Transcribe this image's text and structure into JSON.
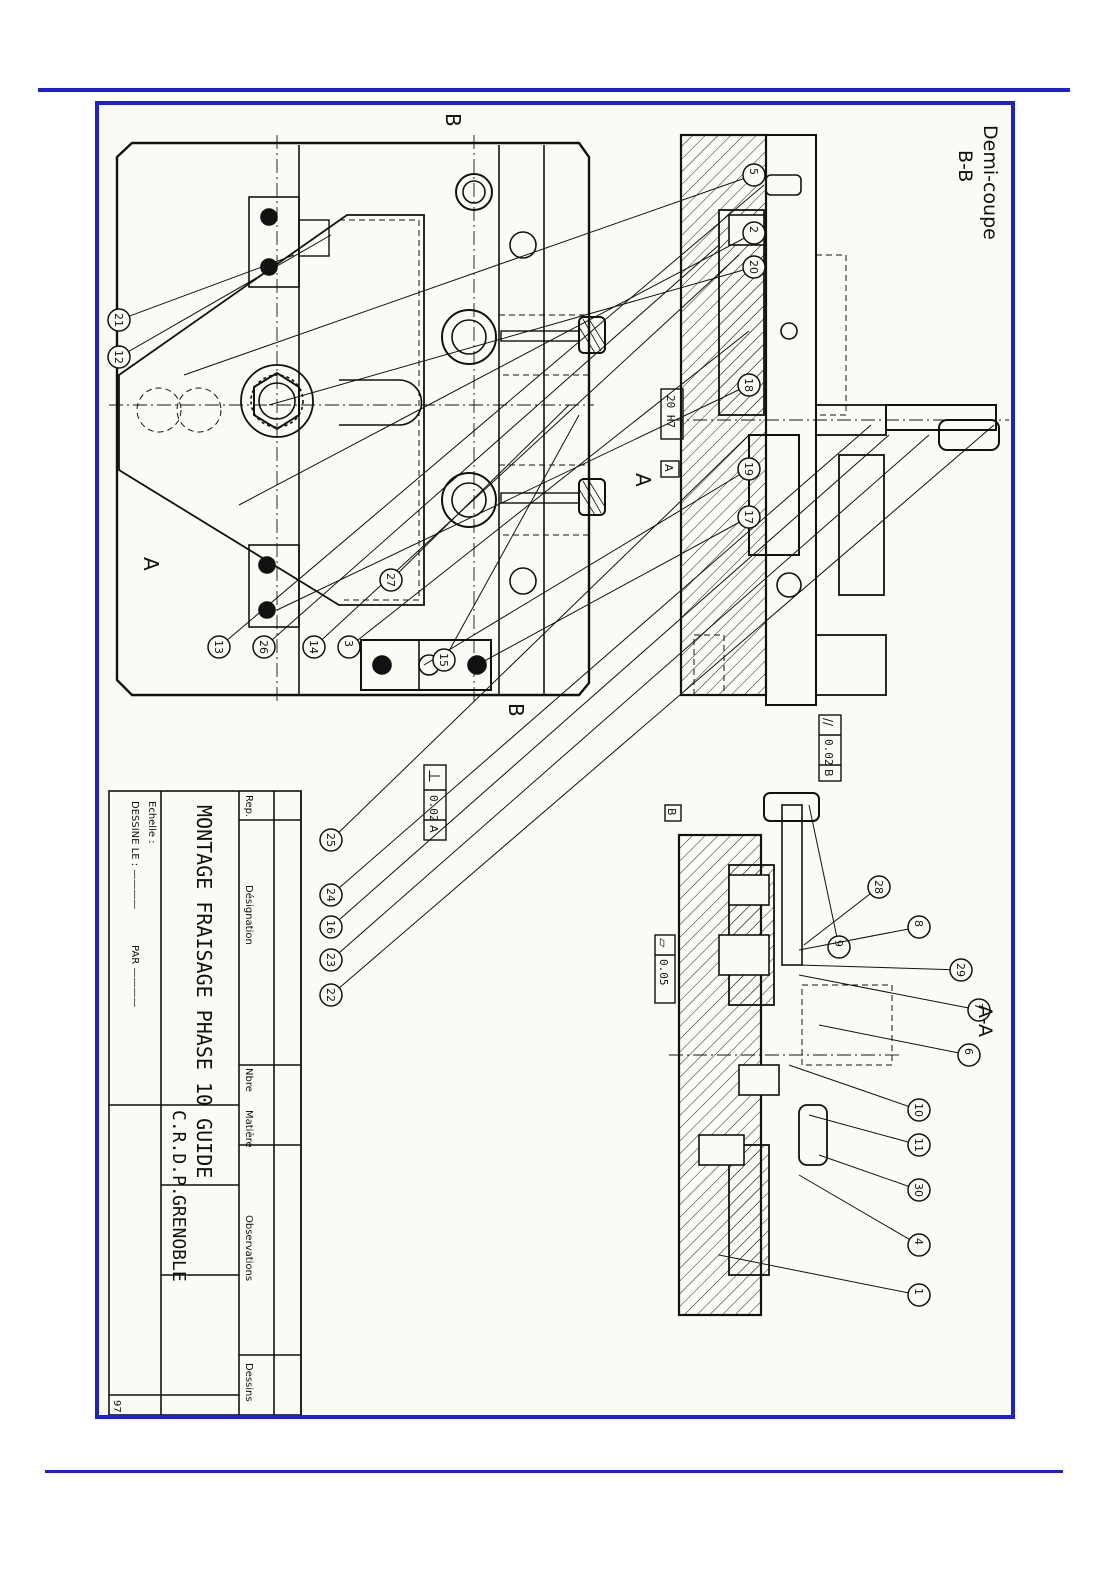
{
  "colors": {
    "frame": "#1f1fd6",
    "ink": "#111111"
  },
  "views": {
    "bb": {
      "title_line1": "Demi-coupe",
      "title_line2": "B-B"
    },
    "aa": {
      "title": "A-A"
    },
    "section_marks": {
      "b_top": "B",
      "b_bottom": "B",
      "a_left": "A",
      "a_right": "A"
    }
  },
  "balloons": {
    "plan": [
      "21",
      "12",
      "5",
      "2",
      "20",
      "18",
      "19",
      "17"
    ],
    "bb": [
      "13",
      "26",
      "14",
      "3",
      "27",
      "15",
      "25",
      "24",
      "16",
      "23",
      "22"
    ],
    "aa": [
      "9",
      "28",
      "8",
      "29",
      "7",
      "6",
      "10",
      "11",
      "30",
      "4",
      "1"
    ]
  },
  "tolerances": {
    "fit": "20 H7",
    "datum_a": "A",
    "perp": {
      "symbol": "⊥",
      "value": "0.02",
      "datum": "A"
    },
    "parallel": {
      "symbol": "//",
      "value": "0.02",
      "datum": "B"
    },
    "flatness": {
      "symbol": "▱",
      "value": "0.05"
    },
    "datum_b": "B"
  },
  "title_block": {
    "headers": {
      "rep": "Rep.",
      "designation": "Désignation",
      "nbre": "Nbre",
      "matiere": "Matière",
      "observations": "Observations",
      "dessins": "Dessins"
    },
    "title": "MONTAGE  FRAISAGE  PHASE 10  GUIDE",
    "echelle": "Echelle :",
    "dessine_le": "DESSINE LE : ————",
    "par": "PAR ————",
    "org_1": "C.R.D.P.",
    "org_2": "GRENOBLE",
    "page_number": "97"
  }
}
